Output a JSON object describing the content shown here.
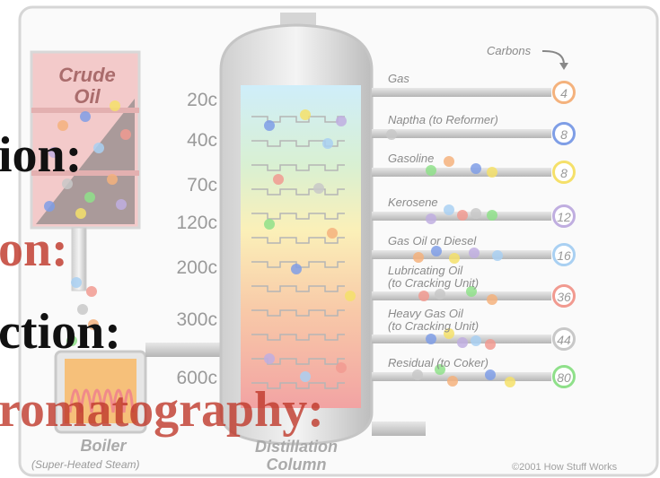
{
  "diagram": {
    "crude_oil_label_1": "Crude",
    "crude_oil_label_2": "Oil",
    "boiler_label": "Boiler",
    "boiler_sublabel": "(Super-Heated Steam)",
    "column_label_1": "Distillation",
    "column_label_2": "Column",
    "carbons_label": "Carbons",
    "credit": "©2001 How Stuff Works",
    "temperatures": [
      "20c",
      "40c",
      "70c",
      "120c",
      "200c",
      "300c",
      "600c"
    ],
    "products": [
      {
        "name": "Gas",
        "carbons": "4",
        "color": "#f4b27d"
      },
      {
        "name": "Naptha (to Reformer)",
        "carbons": "8",
        "color": "#7f9ee6"
      },
      {
        "name": "Gasoline",
        "carbons": "8",
        "color": "#f5e06a"
      },
      {
        "name": "Kerosene",
        "carbons": "12",
        "color": "#c0aee0"
      },
      {
        "name": "Gas Oil or Diesel",
        "carbons": "16",
        "color": "#a9d0f2"
      },
      {
        "name": "Lubricating Oil",
        "name2": "(to Cracking Unit)",
        "carbons": "36",
        "color": "#f19a90"
      },
      {
        "name": "Heavy Gas Oil",
        "name2": "(to Cracking Unit)",
        "carbons": "44",
        "color": "#c8c8c8"
      },
      {
        "name": "Residual (to Coker)",
        "carbons": "80",
        "color": "#8fe08a"
      }
    ]
  },
  "slide_text": {
    "line1": "ion:",
    "line2": "on:",
    "line3": "ction:",
    "line4": "romatography:"
  },
  "colors": {
    "slide_black": "#111111",
    "slide_red": "#c0392b"
  }
}
